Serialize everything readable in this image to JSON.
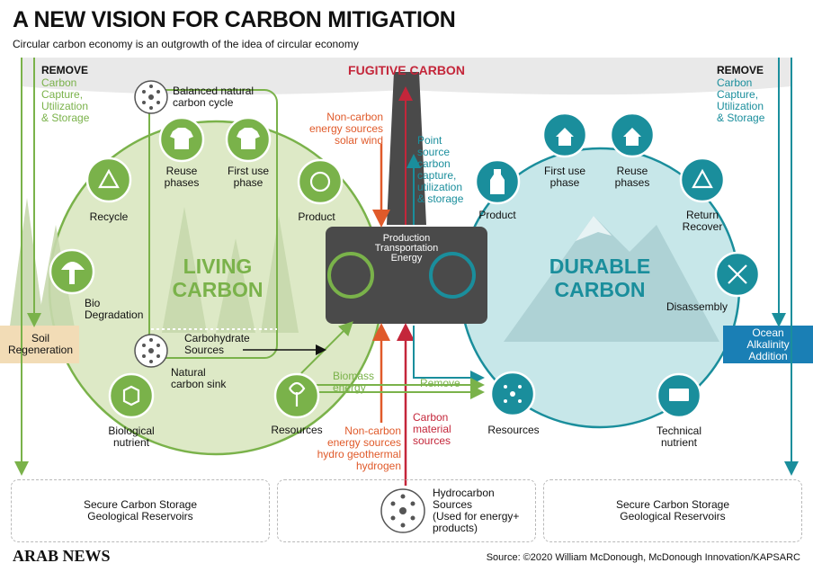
{
  "header": {
    "title": "A NEW VISION FOR CARBON MITIGATION",
    "subtitle": "Circular carbon economy is an outgrowth of the idea of circular economy"
  },
  "top": {
    "fugitive": "FUGITIVE CARBON",
    "remove_left": "REMOVE",
    "ccus_left": [
      "Carbon",
      "Capture,",
      "Utilization",
      "& Storage"
    ],
    "remove_right": "REMOVE",
    "ccus_right": [
      "Carbon",
      "Capture,",
      "Utilization",
      "& Storage"
    ]
  },
  "living": {
    "title": [
      "LIVING",
      "CARBON"
    ],
    "balanced": [
      "Balanced natural",
      "carbon cycle"
    ],
    "reuse": [
      "Reuse",
      "phases"
    ],
    "first_use": [
      "First use",
      "phase"
    ],
    "recycle": "Recycle",
    "product": "Product",
    "bio_degradation": [
      "Bio",
      "Degradation"
    ],
    "carbohydrate": [
      "Carbohydrate",
      "Sources"
    ],
    "natural_sink": [
      "Natural",
      "carbon sink"
    ],
    "biological_nutrient": [
      "Biological",
      "nutrient"
    ],
    "resources": "Resources",
    "biomass": [
      "Biomass",
      "energy"
    ]
  },
  "center": {
    "non_carbon_top": [
      "Non-carbon",
      "energy sources",
      "solar wind"
    ],
    "point_source": [
      "Point",
      "source",
      "carbon",
      "capture,",
      "utilization",
      "& storage"
    ],
    "production": [
      "Production",
      "Transportation",
      "Energy"
    ],
    "non_carbon_bottom": [
      "Non-carbon",
      "energy sources",
      "hydro geothermal",
      "hydrogen"
    ],
    "carbon_material": [
      "Carbon",
      "material",
      "sources"
    ],
    "remove": "Remove"
  },
  "durable": {
    "title": [
      "DURABLE",
      "CARBON"
    ],
    "first_use": [
      "First use",
      "phase"
    ],
    "reuse": [
      "Reuse",
      "phases"
    ],
    "product": "Product",
    "return_recover": [
      "Return",
      "Recover"
    ],
    "disassembly": "Disassembly",
    "resources": "Resources",
    "technical_nutrient": [
      "Technical",
      "nutrient"
    ]
  },
  "sides": {
    "soil": [
      "Soil",
      "Regeneration"
    ],
    "ocean": [
      "Ocean",
      "Alkalinity",
      "Addition"
    ]
  },
  "bottom": {
    "storage_left": [
      "Secure Carbon Storage",
      "Geological Reservoirs"
    ],
    "hydrocarbon": [
      "Hydrocarbon",
      "Sources",
      "(Used for energy+",
      "products)"
    ],
    "storage_right": [
      "Secure Carbon Storage",
      "Geological Reservoirs"
    ]
  },
  "footer": {
    "brand": "ARAB NEWS",
    "source": "Source: ©2020 William McDonough, McDonough Innovation/KAPSARC"
  },
  "colors": {
    "green": "#7ab24a",
    "teal": "#1a8e9c",
    "orange": "#e05a2a",
    "red": "#c4263a",
    "dark": "#4a4a4a"
  }
}
